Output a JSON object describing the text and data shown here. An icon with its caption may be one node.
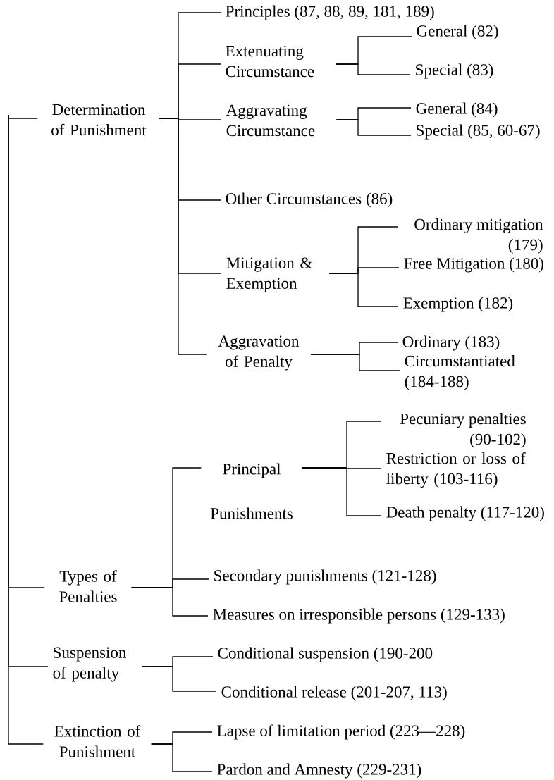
{
  "diagram": {
    "nodes": [
      {
        "text": [
          "Determination of Punishment"
        ]
      },
      {
        "text": [
          "Principles (87, 88, 89, 181, 189)"
        ]
      },
      {
        "text": [
          "Extenuating Circumstance"
        ]
      },
      {
        "text": [
          "General (82)"
        ]
      },
      {
        "text": [
          "Special (83)"
        ]
      },
      {
        "text": [
          "Aggravating Circumstance"
        ]
      },
      {
        "text": [
          "General (84)"
        ]
      },
      {
        "text": [
          "Special (85, 60-67)"
        ]
      },
      {
        "text": [
          "Other Circumstances (86)"
        ]
      },
      {
        "text": [
          "Mitigation & Exemption"
        ]
      },
      {
        "text": [
          "Ordinary mitigation (179)"
        ]
      },
      {
        "text": [
          "Free Mitigation (180)"
        ]
      },
      {
        "text": [
          "Exemption (182)"
        ]
      },
      {
        "text": [
          "Aggravation of Penalty"
        ]
      },
      {
        "text": [
          "Ordinary (183)"
        ]
      },
      {
        "text": [
          "Circumstantiated (184-188)"
        ]
      },
      {
        "text": [
          "Principal",
          "Punishments"
        ]
      },
      {
        "text": [
          "Pecuniary penalties (90-102)"
        ]
      },
      {
        "text": [
          "Restriction or loss of liberty (103-116)"
        ]
      },
      {
        "text": [
          "Death penalty (117-120)"
        ]
      },
      {
        "text": [
          "Types of Penalties"
        ]
      },
      {
        "text": [
          "Secondary punishments (121-128)"
        ]
      },
      {
        "text": [
          "Measures on irresponsible persons (129-133)"
        ]
      },
      {
        "text": [
          "Suspension of penalty"
        ]
      },
      {
        "text": [
          "Conditional suspension (190-200"
        ]
      },
      {
        "text": [
          "Conditional release (201-207, 113)"
        ]
      },
      {
        "text": [
          "Extinction of Punishment"
        ]
      },
      {
        "text": [
          "Lapse of limitation period (223—228)"
        ]
      },
      {
        "text": [
          "Pardon and Amnesty (229-231)"
        ]
      }
    ],
    "edges": [
      {
        "from": null,
        "to": 0,
        "arrow": "none"
      },
      {
        "from": null,
        "to": 20,
        "arrow": "none"
      },
      {
        "from": null,
        "to": 23,
        "arrow": "none"
      },
      {
        "from": null,
        "to": 26,
        "arrow": "none"
      },
      {
        "from": 0,
        "to": 1,
        "arrow": "none"
      },
      {
        "from": 0,
        "to": 2,
        "arrow": "none"
      },
      {
        "from": 0,
        "to": 5,
        "arrow": "none"
      },
      {
        "from": 0,
        "to": 8,
        "arrow": "none"
      },
      {
        "from": 0,
        "to": 9,
        "arrow": "none"
      },
      {
        "from": 0,
        "to": 13,
        "arrow": "none"
      },
      {
        "from": 2,
        "to": 3,
        "arrow": "none"
      },
      {
        "from": 2,
        "to": 4,
        "arrow": "none"
      },
      {
        "from": 5,
        "to": 6,
        "arrow": "none"
      },
      {
        "from": 5,
        "to": 7,
        "arrow": "none"
      },
      {
        "from": 9,
        "to": 10,
        "arrow": "none"
      },
      {
        "from": 9,
        "to": 11,
        "arrow": "none"
      },
      {
        "from": 9,
        "to": 12,
        "arrow": "none"
      },
      {
        "from": 13,
        "to": 14,
        "arrow": "none"
      },
      {
        "from": 13,
        "to": 15,
        "arrow": "none"
      },
      {
        "from": 20,
        "to": 16,
        "arrow": "none"
      },
      {
        "from": 20,
        "to": 21,
        "arrow": "none"
      },
      {
        "from": 20,
        "to": 22,
        "arrow": "none"
      },
      {
        "from": 16,
        "to": 17,
        "arrow": "none"
      },
      {
        "from": 16,
        "to": 18,
        "arrow": "none"
      },
      {
        "from": 16,
        "to": 19,
        "arrow": "none"
      },
      {
        "from": 23,
        "to": 24,
        "arrow": "none"
      },
      {
        "from": 23,
        "to": 25,
        "arrow": "none"
      },
      {
        "from": 26,
        "to": 27,
        "arrow": "none"
      },
      {
        "from": 26,
        "to": 28,
        "arrow": "none"
      }
    ]
  }
}
